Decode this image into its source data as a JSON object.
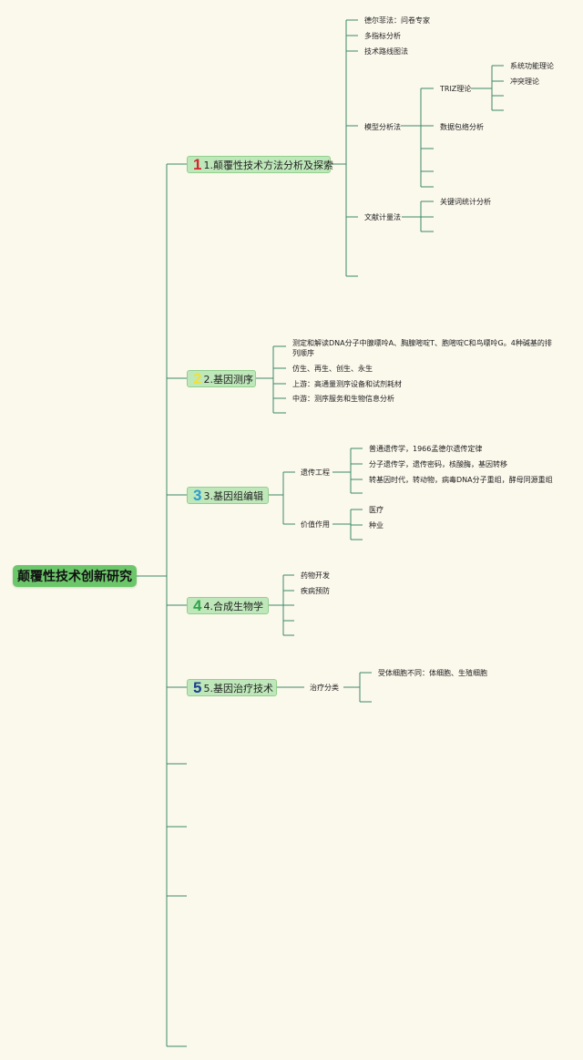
{
  "root": {
    "label": "颠覆性技术创新研究"
  },
  "branches": [
    {
      "num": "1",
      "num_color": "#d8242c",
      "label": "1.颠覆性技术方法分析及探索"
    },
    {
      "num": "2",
      "num_color": "#f2e03a",
      "label": "2.基因测序"
    },
    {
      "num": "3",
      "num_color": "#2b9bd2",
      "label": "3.基因组编辑"
    },
    {
      "num": "4",
      "num_color": "#2fa34a",
      "label": "4.合成生物学"
    },
    {
      "num": "5",
      "num_color": "#1d3f8f",
      "label": "5.基因治疗技术"
    }
  ],
  "b1": {
    "delphi": "德尔菲法：问卷专家",
    "multi": "多指标分析",
    "roadmap": "技术路线图法",
    "model": "模型分析法",
    "triz": "TRIZ理论",
    "system": "系统功能理论",
    "conflict": "冲突理论",
    "dea": "数据包络分析",
    "biblio": "文献计量法",
    "keyword": "关键词统计分析"
  },
  "b2": {
    "item1": "测定和解读DNA分子中腺嘌呤A、胸腺嘧啶T、胞嘧啶C和鸟嘌呤G。4种碱基的排列顺序",
    "item2": "仿生、再生、创生、永生",
    "item3": "上游：高通量测序设备和试剂耗材",
    "item4": "中游：测序服务和生物信息分析"
  },
  "b3": {
    "genetic": "遗传工程",
    "g1": "普通遗传学，1966孟德尔遗传定律",
    "g2": "分子遗传学，遗传密码，核酸酶，基因转移",
    "g3": "转基因时代，转动物，病毒DNA分子重组，酵母同源重组",
    "value": "价值作用",
    "v1": "医疗",
    "v2": "种业"
  },
  "b4": {
    "drug": "药物开发",
    "disease": "疾病预防"
  },
  "b5": {
    "therapy": "治疗分类",
    "t1": "受体细胞不同：体细胞、生殖细胞"
  }
}
